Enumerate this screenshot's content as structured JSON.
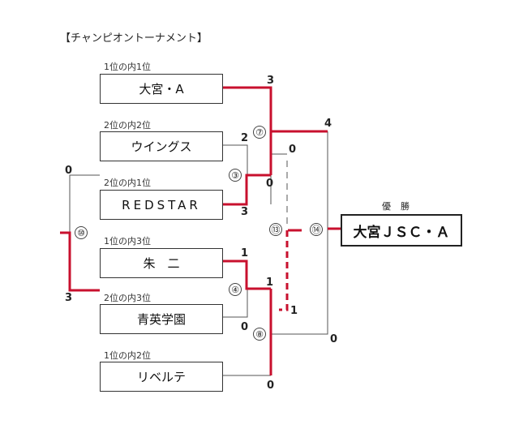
{
  "title": "【チャンピオントーナメント】",
  "teams": [
    {
      "seed": "1位の内1位",
      "name": "大宮・A"
    },
    {
      "seed": "2位の内2位",
      "name": "ウイングス"
    },
    {
      "seed": "2位の内1位",
      "name": "REDSTAR"
    },
    {
      "seed": "1位の内3位",
      "name": "朱　二"
    },
    {
      "seed": "2位の内3位",
      "name": "青英学園"
    },
    {
      "seed": "1位の内2位",
      "name": "リベルテ"
    }
  ],
  "champion": {
    "label": "優勝",
    "name": "大宮ＪＳＣ・Ａ"
  },
  "matches": [
    "⑦",
    "③",
    "⑩",
    "⑬",
    "⑭",
    "④",
    "⑧"
  ],
  "scores": {
    "s1": "3",
    "s2": "2",
    "s3": "0",
    "s4": "3",
    "s5": "4",
    "s6": "0",
    "s7": "3",
    "s8": "0",
    "s9": "1",
    "s10": "1",
    "s11": "0",
    "s12": "1",
    "s13": "0",
    "s14": "0"
  },
  "colors": {
    "win": "#c8102e",
    "line": "#555555"
  }
}
